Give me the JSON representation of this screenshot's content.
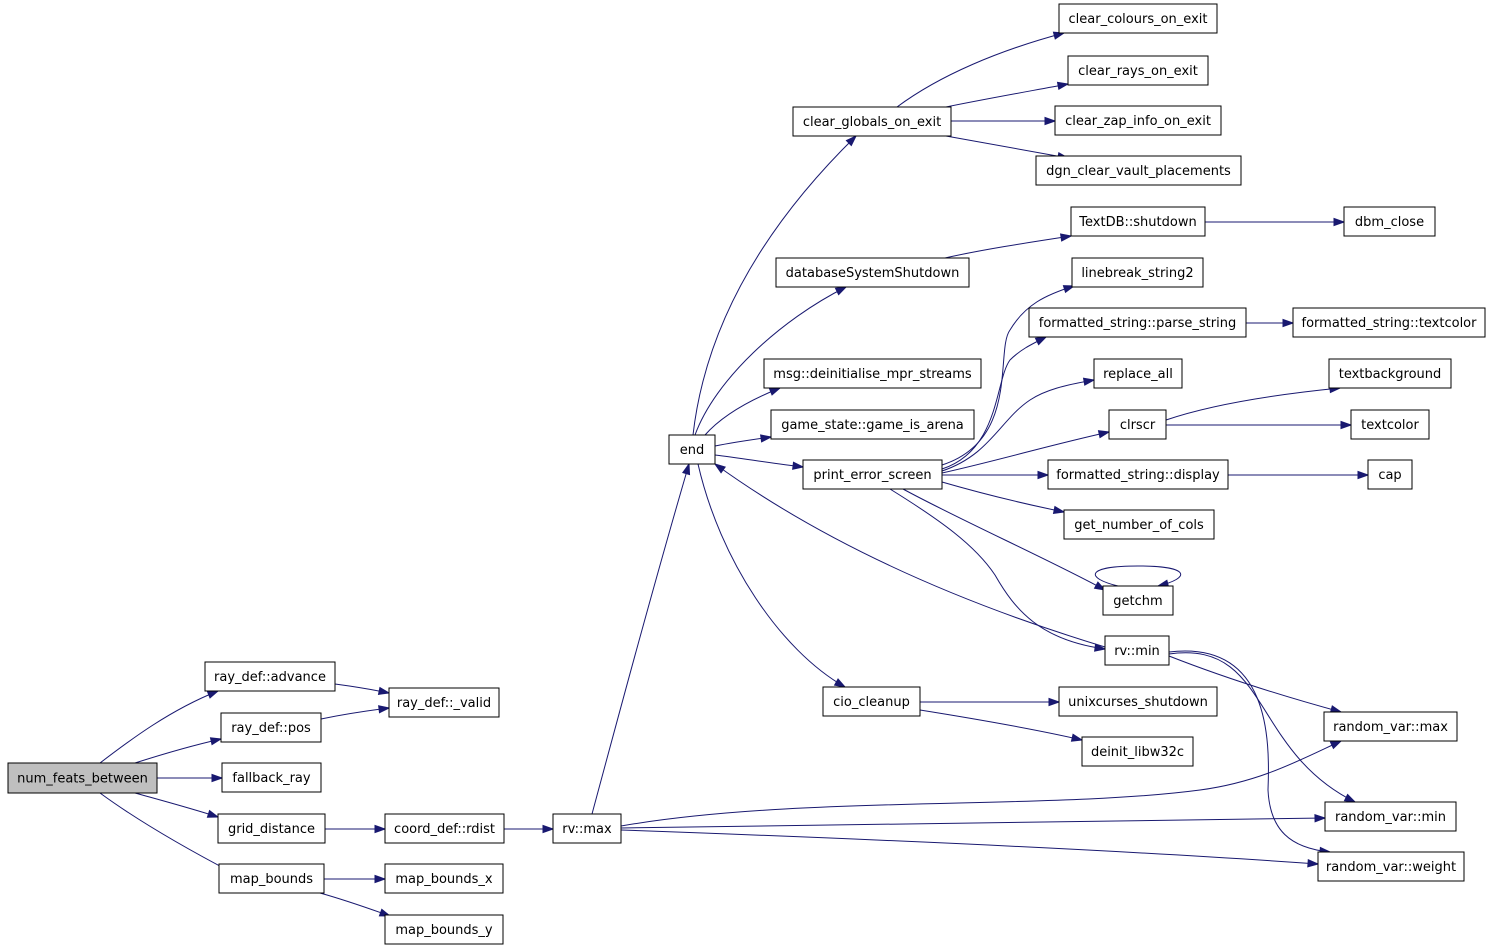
{
  "title": "",
  "nodes": [
    {
      "id": "num_feats_between",
      "label": "num_feats_between",
      "root": true
    },
    {
      "id": "ray_def_advance",
      "label": "ray_def::advance"
    },
    {
      "id": "ray_def_valid",
      "label": "ray_def::_valid"
    },
    {
      "id": "ray_def_pos",
      "label": "ray_def::pos"
    },
    {
      "id": "fallback_ray",
      "label": "fallback_ray"
    },
    {
      "id": "grid_distance",
      "label": "grid_distance"
    },
    {
      "id": "coord_def_rdist",
      "label": "coord_def::rdist"
    },
    {
      "id": "rv_max",
      "label": "rv::max"
    },
    {
      "id": "map_bounds",
      "label": "map_bounds"
    },
    {
      "id": "map_bounds_x",
      "label": "map_bounds_x"
    },
    {
      "id": "map_bounds_y",
      "label": "map_bounds_y"
    },
    {
      "id": "end",
      "label": "end"
    },
    {
      "id": "clear_globals_on_exit",
      "label": "clear_globals_on_exit"
    },
    {
      "id": "clear_colours_on_exit",
      "label": "clear_colours_on_exit"
    },
    {
      "id": "clear_rays_on_exit",
      "label": "clear_rays_on_exit"
    },
    {
      "id": "clear_zap_info_on_exit",
      "label": "clear_zap_info_on_exit"
    },
    {
      "id": "dgn_clear_vault_placements",
      "label": "dgn_clear_vault_placements"
    },
    {
      "id": "databaseSystemShutdown",
      "label": "databaseSystemShutdown"
    },
    {
      "id": "textdb_shutdown",
      "label": "TextDB::shutdown"
    },
    {
      "id": "dbm_close",
      "label": "dbm_close"
    },
    {
      "id": "msg_deinitialise",
      "label": "msg::deinitialise_mpr_streams"
    },
    {
      "id": "game_is_arena",
      "label": "game_state::game_is_arena"
    },
    {
      "id": "print_error_screen",
      "label": "print_error_screen"
    },
    {
      "id": "linebreak_string2",
      "label": "linebreak_string2"
    },
    {
      "id": "fs_parse_string",
      "label": "formatted_string::parse_string"
    },
    {
      "id": "fs_textcolor",
      "label": "formatted_string::textcolor"
    },
    {
      "id": "replace_all",
      "label": "replace_all"
    },
    {
      "id": "clrscr",
      "label": "clrscr"
    },
    {
      "id": "textbackground",
      "label": "textbackground"
    },
    {
      "id": "textcolor",
      "label": "textcolor"
    },
    {
      "id": "fs_display",
      "label": "formatted_string::display"
    },
    {
      "id": "cap",
      "label": "cap"
    },
    {
      "id": "get_number_of_cols",
      "label": "get_number_of_cols"
    },
    {
      "id": "getchm",
      "label": "getchm"
    },
    {
      "id": "rv_min",
      "label": "rv::min"
    },
    {
      "id": "cio_cleanup",
      "label": "cio_cleanup"
    },
    {
      "id": "unixcurses_shutdown",
      "label": "unixcurses_shutdown"
    },
    {
      "id": "deinit_libw32c",
      "label": "deinit_libw32c"
    },
    {
      "id": "random_var_max",
      "label": "random_var::max"
    },
    {
      "id": "random_var_min",
      "label": "random_var::min"
    },
    {
      "id": "random_var_weight",
      "label": "random_var::weight"
    }
  ],
  "edges": [
    [
      "num_feats_between",
      "ray_def_advance"
    ],
    [
      "num_feats_between",
      "ray_def_pos"
    ],
    [
      "num_feats_between",
      "fallback_ray"
    ],
    [
      "num_feats_between",
      "grid_distance"
    ],
    [
      "num_feats_between",
      "map_bounds"
    ],
    [
      "ray_def_advance",
      "ray_def_valid"
    ],
    [
      "ray_def_pos",
      "ray_def_valid"
    ],
    [
      "grid_distance",
      "coord_def_rdist"
    ],
    [
      "coord_def_rdist",
      "rv_max"
    ],
    [
      "map_bounds",
      "map_bounds_x"
    ],
    [
      "map_bounds",
      "map_bounds_y"
    ],
    [
      "rv_max",
      "end"
    ],
    [
      "rv_max",
      "random_var_max"
    ],
    [
      "rv_max",
      "random_var_min"
    ],
    [
      "rv_max",
      "random_var_weight"
    ],
    [
      "end",
      "clear_globals_on_exit"
    ],
    [
      "end",
      "databaseSystemShutdown"
    ],
    [
      "end",
      "msg_deinitialise"
    ],
    [
      "end",
      "game_is_arena"
    ],
    [
      "end",
      "print_error_screen"
    ],
    [
      "end",
      "cio_cleanup"
    ],
    [
      "clear_globals_on_exit",
      "clear_colours_on_exit"
    ],
    [
      "clear_globals_on_exit",
      "clear_rays_on_exit"
    ],
    [
      "clear_globals_on_exit",
      "clear_zap_info_on_exit"
    ],
    [
      "clear_globals_on_exit",
      "dgn_clear_vault_placements"
    ],
    [
      "databaseSystemShutdown",
      "textdb_shutdown"
    ],
    [
      "textdb_shutdown",
      "dbm_close"
    ],
    [
      "print_error_screen",
      "linebreak_string2"
    ],
    [
      "print_error_screen",
      "fs_parse_string"
    ],
    [
      "print_error_screen",
      "replace_all"
    ],
    [
      "print_error_screen",
      "clrscr"
    ],
    [
      "print_error_screen",
      "fs_display"
    ],
    [
      "print_error_screen",
      "get_number_of_cols"
    ],
    [
      "print_error_screen",
      "getchm"
    ],
    [
      "print_error_screen",
      "rv_min"
    ],
    [
      "fs_parse_string",
      "fs_textcolor"
    ],
    [
      "clrscr",
      "textbackground"
    ],
    [
      "clrscr",
      "textcolor"
    ],
    [
      "fs_display",
      "cap"
    ],
    [
      "getchm",
      "getchm"
    ],
    [
      "rv_min",
      "end"
    ],
    [
      "rv_min",
      "random_var_max"
    ],
    [
      "rv_min",
      "random_var_min"
    ],
    [
      "rv_min",
      "random_var_weight"
    ],
    [
      "cio_cleanup",
      "unixcurses_shutdown"
    ],
    [
      "cio_cleanup",
      "deinit_libw32c"
    ]
  ]
}
